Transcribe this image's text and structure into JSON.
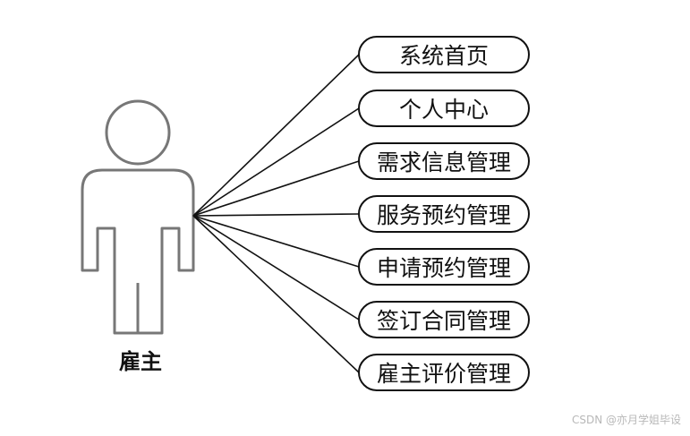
{
  "actor": {
    "label": "雇主"
  },
  "use_cases": [
    {
      "label": "系统首页"
    },
    {
      "label": "个人中心"
    },
    {
      "label": "需求信息管理"
    },
    {
      "label": "服务预约管理"
    },
    {
      "label": "申请预约管理"
    },
    {
      "label": "签订合同管理"
    },
    {
      "label": "雇主评价管理"
    }
  ],
  "watermark": "CSDN @亦月学姐毕设",
  "colors": {
    "stroke": "#111111",
    "watermark": "#b8b8b8"
  }
}
